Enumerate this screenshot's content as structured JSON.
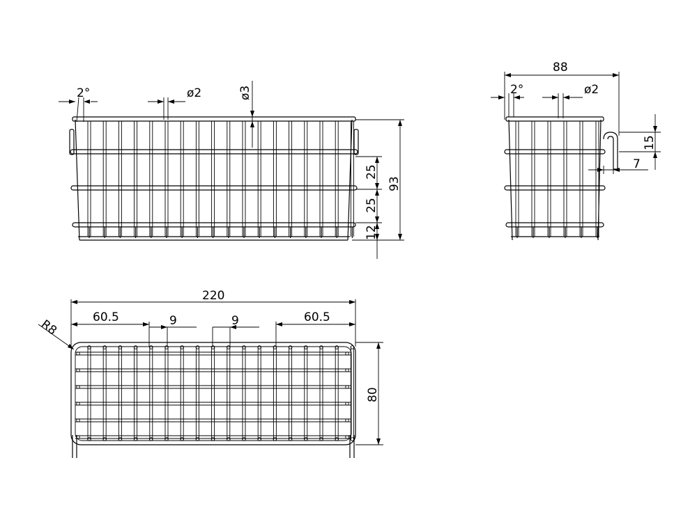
{
  "front_view": {
    "angle": "2°",
    "wire_dia": "ø2",
    "rim_dia": "ø3",
    "spacing_top": "25",
    "spacing_mid": "25",
    "foot_height": "12",
    "height": "93"
  },
  "side_view": {
    "width": "88",
    "angle": "2°",
    "wire_dia": "ø2",
    "hook_height": "15",
    "hook_depth": "7"
  },
  "top_view": {
    "length": "220",
    "radius": "R8",
    "margin_left": "60.5",
    "gap_left": "9",
    "gap_right": "9",
    "margin_right": "60.5",
    "depth": "80"
  }
}
